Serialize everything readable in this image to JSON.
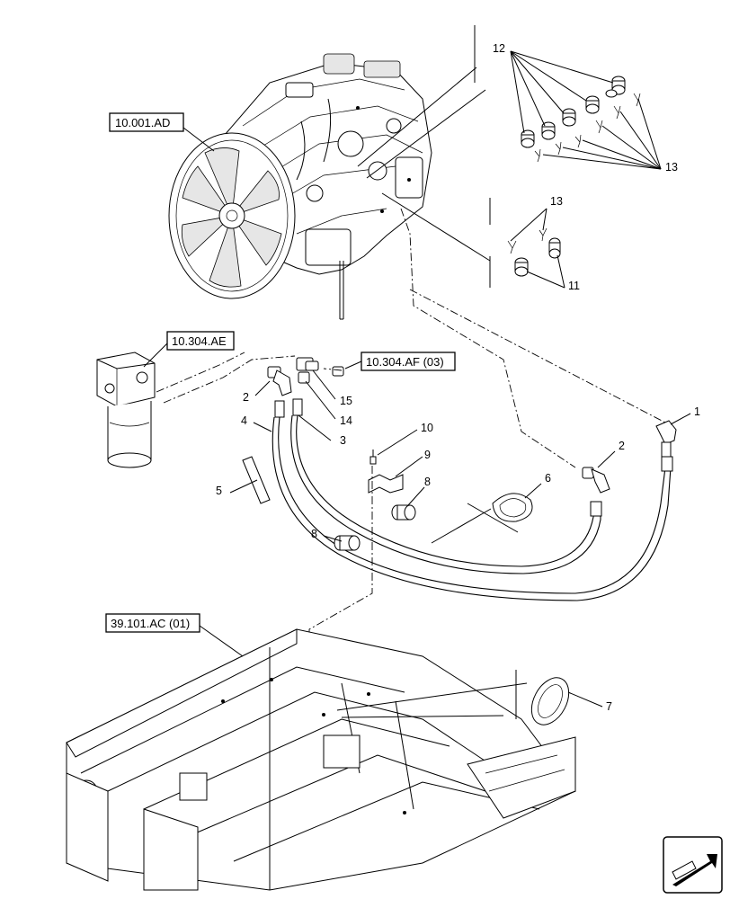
{
  "references": {
    "engine": "10.001.AD",
    "filter_top": "10.304.AE",
    "filter_port": "10.304.AF (03)",
    "frame": "39.101.AC (01)"
  },
  "callouts": {
    "c1": "1",
    "c2a": "2",
    "c2b": "2",
    "c3": "3",
    "c4": "4",
    "c5": "5",
    "c6": "6",
    "c7": "7",
    "c8a": "8",
    "c8b": "8",
    "c9": "9",
    "c10": "10",
    "c11": "11",
    "c12": "12",
    "c13a": "13",
    "c13b": "13",
    "c14": "14",
    "c15": "15"
  },
  "icons": {
    "nav": "arrow-icon"
  }
}
